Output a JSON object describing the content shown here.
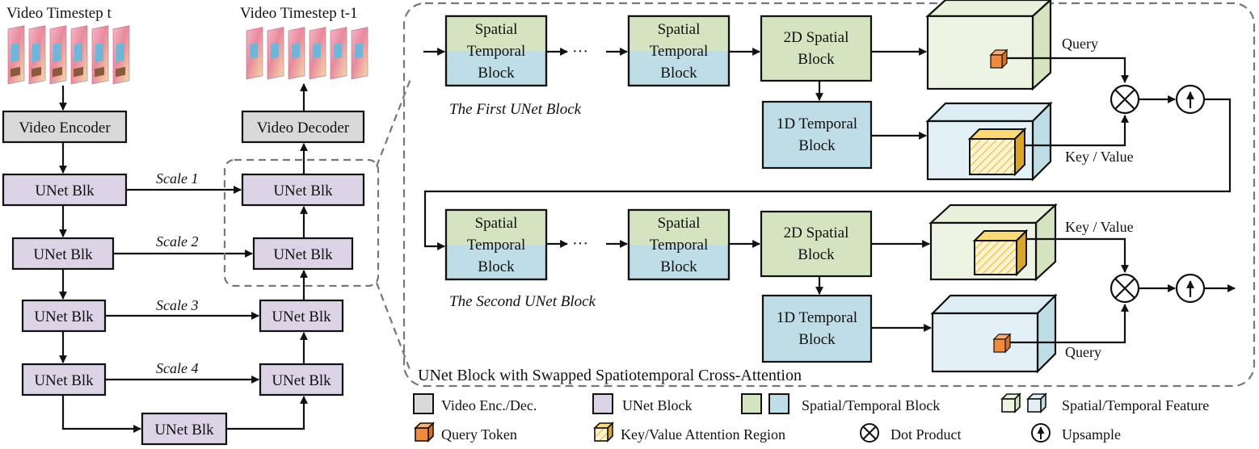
{
  "colors": {
    "enc_dec": "#d9d9d9",
    "unet": "#dcd3e6",
    "spatial": "#d5e4c0",
    "temporal": "#bfdde6",
    "feature_spatial": "#e9f0dc",
    "feature_temporal": "#dcedf3",
    "query_token": "#f08a3c",
    "kv_region": "#f7c948"
  },
  "left": {
    "input_label": "Video Timestep t",
    "output_label": "Video Timestep t-1",
    "encoder": "Video Encoder",
    "decoder": "Video Decoder",
    "unet_label": "UNet Blk",
    "scales": [
      "Scale 1",
      "Scale 2",
      "Scale 3",
      "Scale 4"
    ]
  },
  "detail": {
    "title": "UNet Block with Swapped Spatiotemporal Cross-Attention",
    "st_block": "Spatial Temporal Block",
    "spatial_2d": "2D Spatial Block",
    "temporal_1d": "1D Temporal Block",
    "ellipsis": "···",
    "first_caption": "The First UNet Block",
    "second_caption": "The Second UNet Block",
    "query": "Query",
    "key_value": "Key / Value"
  },
  "legend": [
    {
      "icon": "gray-square-icon",
      "label": "Video Enc./Dec."
    },
    {
      "icon": "purple-square-icon",
      "label": "UNet Block"
    },
    {
      "icon": "green-blue-squares-icon",
      "label": "Spatial/Temporal Block"
    },
    {
      "icon": "cube-pair-icon",
      "label": "Spatial/Temporal Feature"
    },
    {
      "icon": "orange-cube-icon",
      "label": "Query Token"
    },
    {
      "icon": "yellow-cube-icon",
      "label": "Key/Value Attention Region"
    },
    {
      "icon": "dot-product-icon",
      "label": "Dot Product"
    },
    {
      "icon": "upsample-icon",
      "label": "Upsample"
    }
  ]
}
